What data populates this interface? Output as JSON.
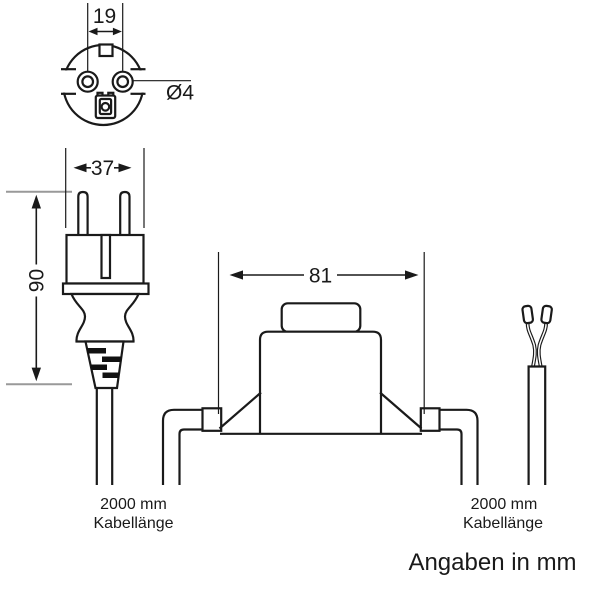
{
  "diagram": {
    "front_view": {
      "pin_spacing": "19",
      "pin_diameter": "Ø4"
    },
    "side_view": {
      "plug_width": "37",
      "plug_height": "90"
    },
    "box": {
      "width": "81"
    },
    "left_cable": {
      "length": "2000 mm",
      "label": "Kabellänge"
    },
    "right_cable": {
      "length": "2000 mm",
      "label": "Kabellänge"
    },
    "footer": "Angaben in mm"
  },
  "colors": {
    "line": "#1a1a1a",
    "reference_line": "#999999",
    "background": "#ffffff"
  }
}
